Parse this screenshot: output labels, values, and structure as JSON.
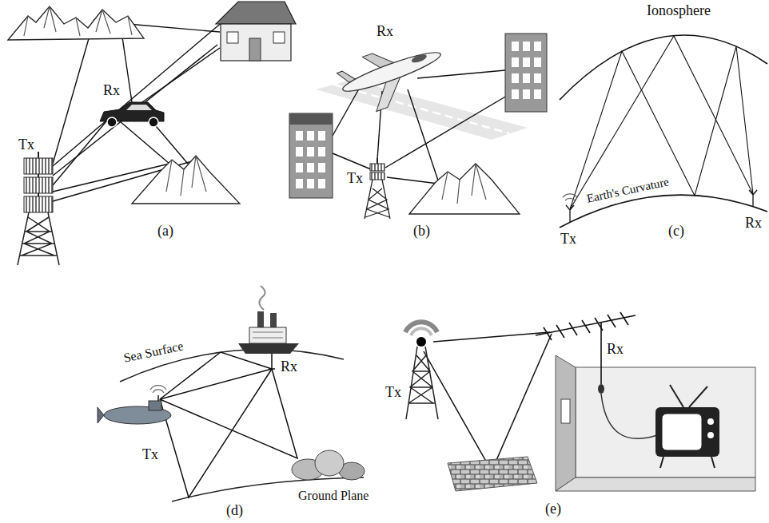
{
  "diagram": {
    "labels": [
      "Tx",
      "Rx",
      "(a)",
      "Rx",
      "Tx",
      "(b)",
      "Ionosphere",
      "Earth's Curvature",
      "Tx",
      "Rx",
      "(c)",
      "Sea Surface",
      "Rx",
      "Tx",
      "Ground Plane",
      "(d)",
      "Tx",
      "Rx",
      "(e)"
    ]
  }
}
